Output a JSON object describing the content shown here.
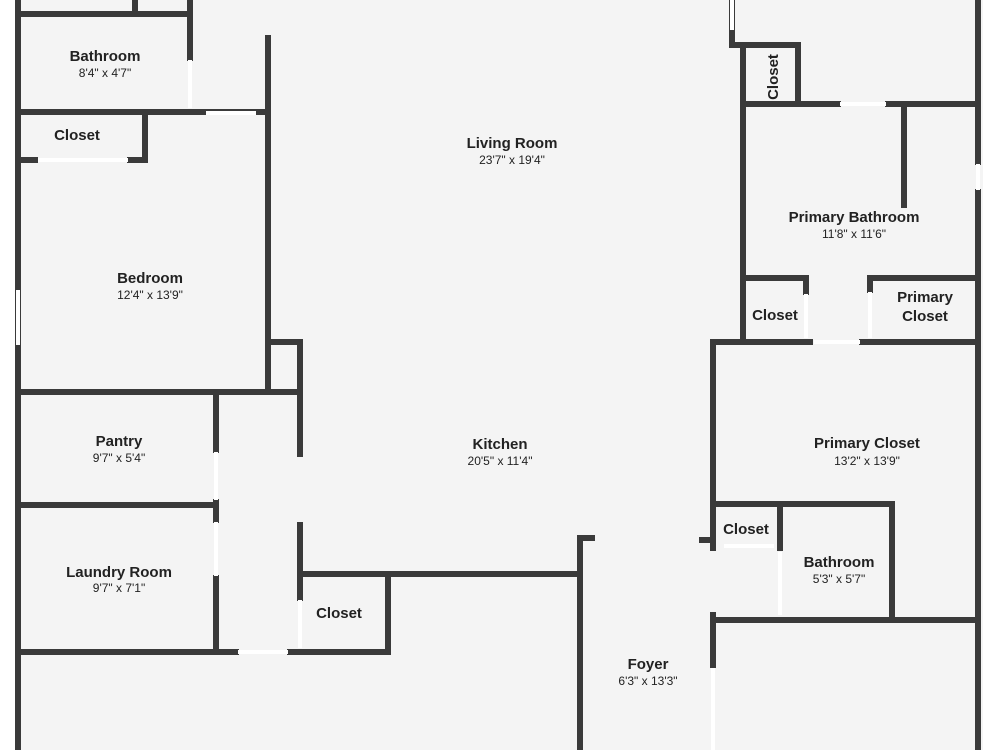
{
  "colors": {
    "wall": "#3a3a3a",
    "floor": "#f4f4f4",
    "window": "#ffffff",
    "text": "#222222"
  },
  "rooms": {
    "bathroom_1": {
      "name": "Bathroom",
      "dims": "8'4\" x 4'7\""
    },
    "closet_1": {
      "name": "Closet"
    },
    "bedroom": {
      "name": "Bedroom",
      "dims": "12'4\" x 13'9\""
    },
    "living_room": {
      "name": "Living Room",
      "dims": "23'7\" x 19'4\""
    },
    "pantry": {
      "name": "Pantry",
      "dims": "9'7\" x 5'4\""
    },
    "kitchen": {
      "name": "Kitchen",
      "dims": "20'5\" x 11'4\""
    },
    "laundry_room": {
      "name": "Laundry Room",
      "dims": "9'7\" x 7'1\""
    },
    "closet_2": {
      "name": "Closet"
    },
    "foyer": {
      "name": "Foyer",
      "dims": "6'3\" x 13'3\""
    },
    "closet_3": {
      "name": "Closet"
    },
    "primary_bathroom": {
      "name": "Primary Bathroom",
      "dims": "11'8\" x 11'6\""
    },
    "closet_4": {
      "name": "Closet"
    },
    "primary_closet_small": {
      "name_line1": "Primary",
      "name_line2": "Closet"
    },
    "primary_closet": {
      "name": "Primary Closet",
      "dims": "13'2\" x 13'9\""
    },
    "closet_5": {
      "name": "Closet"
    },
    "bathroom_2": {
      "name": "Bathroom",
      "dims": "5'3\" x 5'7\""
    }
  }
}
